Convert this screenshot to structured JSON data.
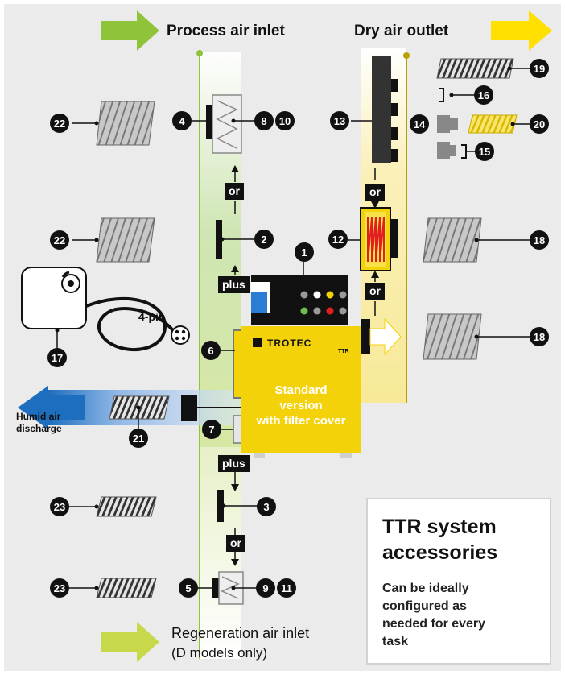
{
  "headers": {
    "process_inlet": "Process air inlet",
    "dry_outlet": "Dry air outlet",
    "regen_inlet": "Regeneration air inlet",
    "regen_note": "(D models only)"
  },
  "device": {
    "brand": "TROTEC",
    "model": "TTR",
    "description": [
      "Standard",
      "version",
      "with filter cover"
    ]
  },
  "connector": "4-pin",
  "humid_discharge": [
    "Humid air",
    "discharge"
  ],
  "connectors": {
    "or": "or",
    "plus": "plus"
  },
  "callout": {
    "title": [
      "TTR system",
      "accessories"
    ],
    "body": [
      "Can be ideally",
      "configured as",
      "needed for every",
      "task"
    ]
  },
  "badges": {
    "b1": "1",
    "b2": "2",
    "b3": "3",
    "b4": "4",
    "b5": "5",
    "b6": "6",
    "b7": "7",
    "b8": "8",
    "b9": "9",
    "b10": "10",
    "b11": "11",
    "b12": "12",
    "b13": "13",
    "b14": "14",
    "b15": "15",
    "b16": "16",
    "b17": "17",
    "b18": "18",
    "b19": "19",
    "b20": "20",
    "b21": "21",
    "b22": "22",
    "b23": "23"
  },
  "colors": {
    "process_stream": "#8fc43a",
    "outlet_stream": "#f7e998",
    "outlet_line": "#b5a300",
    "humid_arrow": "#1e6ebf",
    "device_yellow": "#f4d20a",
    "heater_red": "#e02020",
    "arrow_yellow": "#ffe000"
  },
  "icons": {
    "arrows": "arrow-right-icon",
    "hose": "hose-icon",
    "filter": "filter-icon",
    "heater": "heater-icon",
    "controller": "remote-controller-icon"
  }
}
